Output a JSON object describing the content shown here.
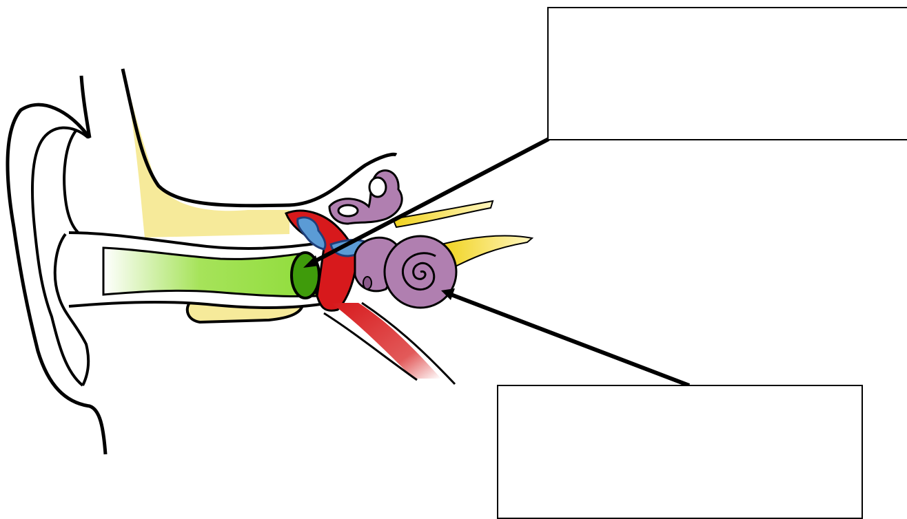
{
  "diagram": {
    "subject": "ear-anatomy",
    "label_boxes": [
      {
        "id": "top",
        "text": "",
        "points_to": "ear-canal"
      },
      {
        "id": "bottom",
        "text": "",
        "points_to": "cochlea"
      }
    ]
  },
  "colors": {
    "ear_canal": "#7ed321",
    "canal_end": "#3f9b0b",
    "bone": "#f3e27a",
    "middle_ear": "#d7191c",
    "ossicles": "#5b9bd5",
    "inner_ear": "#b07fb0",
    "nerve": "#f0d21c"
  }
}
